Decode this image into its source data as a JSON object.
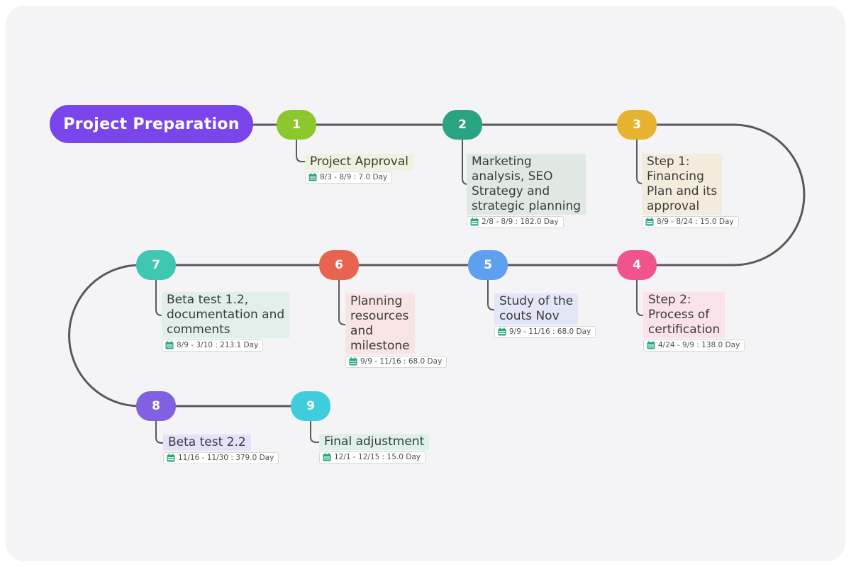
{
  "root": {
    "label": "Project Preparation",
    "color": "#7a45ea"
  },
  "nodes": [
    {
      "num": "1",
      "color": "#8dc72e",
      "label": "Project Approval",
      "label_bg": "#edf2dd",
      "date": "8/3 - 8/9 : 7.0 Day"
    },
    {
      "num": "2",
      "color": "#2aa383",
      "label": "Marketing\nanalysis, SEO\nStrategy and\nstrategic planning",
      "label_bg": "#e0e8e3",
      "date": "2/8 - 8/9 : 182.0 Day"
    },
    {
      "num": "3",
      "color": "#e5b32f",
      "label": "Step 1:\nFinancing\nPlan and its\napproval",
      "label_bg": "#f3ecdc",
      "date": "8/9 - 8/24 : 15.0 Day"
    },
    {
      "num": "4",
      "color": "#f0548c",
      "label": "Step 2:\nProcess of\ncertification",
      "label_bg": "#f9e2ea",
      "date": "4/24 - 9/9 : 138.0 Day"
    },
    {
      "num": "5",
      "color": "#5fa0ee",
      "label": "Study of the\ncouts Nov",
      "label_bg": "#e3e6f6",
      "date": "9/9 - 11/16 : 68.0 Day"
    },
    {
      "num": "6",
      "color": "#e96450",
      "label": "Planning\nresources\nand\nmilestone",
      "label_bg": "#f8e4e2",
      "date": "9/9 - 11/16 : 68.0 Day"
    },
    {
      "num": "7",
      "color": "#40c7b3",
      "label": "Beta test 1.2,\ndocumentation and\ncomments",
      "label_bg": "#e1efeb",
      "date": "8/9 - 3/10 : 213.1 Day"
    },
    {
      "num": "8",
      "color": "#8161e1",
      "label": "Beta test 2.2",
      "label_bg": "#e6e1f8",
      "date": "11/16 - 11/30 : 379.0 Day"
    },
    {
      "num": "9",
      "color": "#3fccdc",
      "label": "Final adjustment",
      "label_bg": "#def0ea",
      "date": "12/1 - 12/15 : 15.0 Day"
    }
  ],
  "colors": {
    "wire": "#595959",
    "canvas_bg": "#f4f4f6",
    "calendar_icon": "#2aa581",
    "label_text": "#3b3b3b",
    "date_text": "#4f4f4f"
  }
}
